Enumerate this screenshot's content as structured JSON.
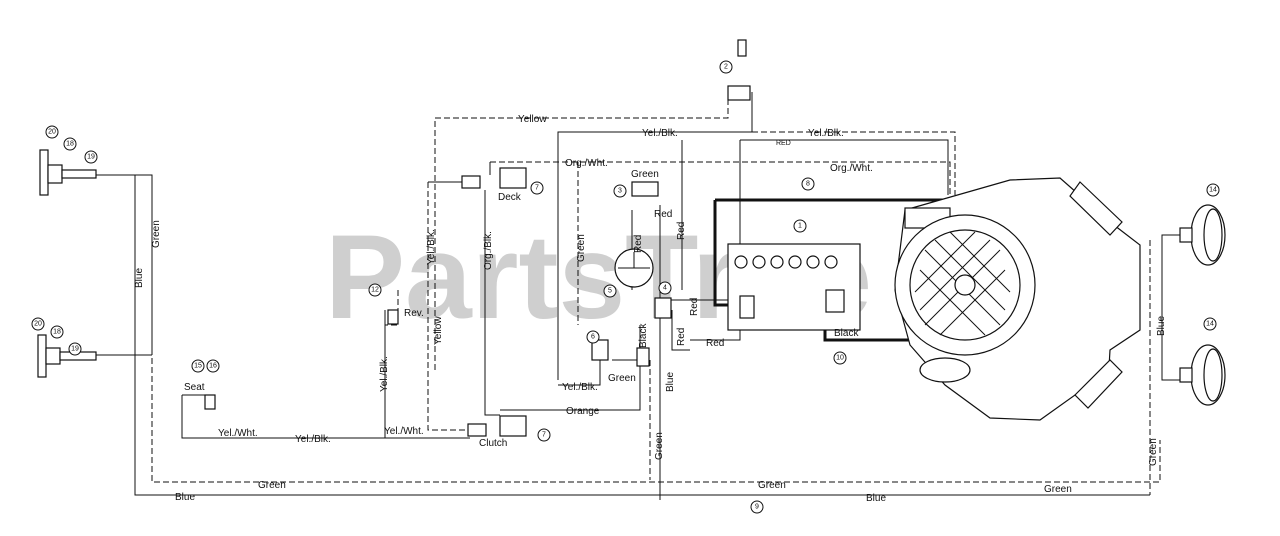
{
  "watermark": "PartsTree",
  "wire_labels": {
    "yellow_top": "Yellow",
    "yel_blk_top": "Yel./Blk.",
    "yel_blk_right": "Yel./Blk.",
    "red_top": "RED",
    "org_wht_top": "Org./Wht.",
    "org_wht_right": "Org./Wht.",
    "green_solenoid": "Green",
    "red_1": "Red",
    "red_2": "Red",
    "red_3": "Red",
    "red_4": "Red",
    "red_5": "Red",
    "red_6": "Red",
    "green_left": "Green",
    "blue_left": "Blue",
    "yel_blk_v1": "Yel./Blk.",
    "yellow_v": "Yellow",
    "org_blk_v": "Org./Blk.",
    "green_mid": "Green",
    "black_mid": "Black",
    "black_battery": "Black",
    "yel_blk_bottom": "Yel./Blk.",
    "green_small": "Green",
    "blue_mid": "Blue",
    "orange": "Orange",
    "green_v2": "Green",
    "yel_blk_v2": "Yel./Blk.",
    "yel_wht_seat": "Yel./Wht.",
    "yel_blk_seat": "Yel./Blk.",
    "yel_wht_seat2": "Yel./Wht.",
    "green_bottom1": "Green",
    "green_bottom2": "Green",
    "green_bottom3": "Green",
    "blue_bottom1": "Blue",
    "blue_bottom2": "Blue",
    "green_right": "Green",
    "blue_right": "Blue"
  },
  "component_labels": {
    "deck": "Deck",
    "clutch": "Clutch",
    "rev": "Rev.",
    "seat": "Seat"
  },
  "callouts": {
    "c2": "2",
    "c3": "3",
    "c4": "4",
    "c5": "5",
    "c6": "6",
    "c7a": "7",
    "c7b": "7",
    "c8": "8",
    "c9": "9",
    "c10": "10",
    "c1": "1",
    "c12": "12",
    "c15": "15",
    "c16": "16",
    "c14a": "14",
    "c14b": "14",
    "c20a": "20",
    "c18a": "18",
    "c19a": "19",
    "c20b": "20",
    "c18b": "18",
    "c19b": "19"
  }
}
